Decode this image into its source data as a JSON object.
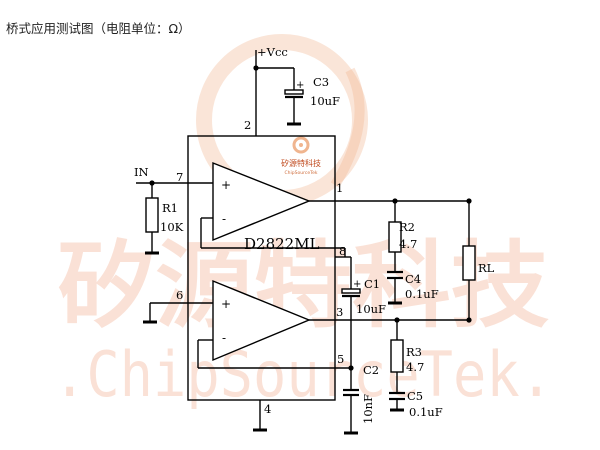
{
  "title": "桥式应用测试图（电阻单位：Ω）",
  "watermark": {
    "cn": "矽源特科技",
    "latin": ".ChipSourceTek.",
    "logo_cn": "矽源特科技",
    "logo_en": "ChipSourceTek",
    "color": "#f7c9b6",
    "logo_color": "#f0b58f"
  },
  "chip": {
    "name": "D2822ML"
  },
  "pins": {
    "p1": "1",
    "p2": "2",
    "p3": "3",
    "p4": "4",
    "p5": "5",
    "p6": "6",
    "p7": "7",
    "p8": "8"
  },
  "opamp": {
    "plus": "+",
    "minus": "-"
  },
  "supply": {
    "label": "+Vcc"
  },
  "input": {
    "label": "IN"
  },
  "components": {
    "R1": {
      "name": "R1",
      "value": "10K"
    },
    "R2": {
      "name": "R2",
      "value": "4.7"
    },
    "R3": {
      "name": "R3",
      "value": "4.7"
    },
    "RL": {
      "name": "RL"
    },
    "C1": {
      "name": "C1",
      "value": "10uF"
    },
    "C2": {
      "name": "C2",
      "value": "10nF"
    },
    "C3": {
      "name": "C3",
      "value": "10uF"
    },
    "C4": {
      "name": "C4",
      "value": "0.1uF"
    },
    "C5": {
      "name": "C5",
      "value": "0.1uF"
    }
  },
  "cap_polarity": "+",
  "colors": {
    "wire": "#000000",
    "text": "#000000"
  }
}
